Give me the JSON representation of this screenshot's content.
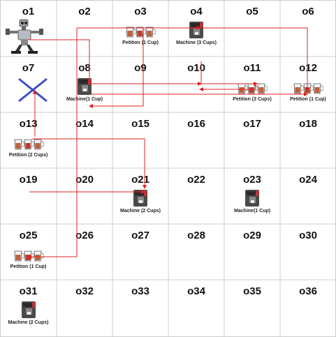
{
  "grid": {
    "rows": 6,
    "cols": 6,
    "cells": [
      "o1",
      "o2",
      "o3",
      "o4",
      "o5",
      "o6",
      "o7",
      "o8",
      "o9",
      "o10",
      "o11",
      "o12",
      "o13",
      "o14",
      "o15",
      "o16",
      "o17",
      "o18",
      "o19",
      "o20",
      "o21",
      "o22",
      "o23",
      "o24",
      "o25",
      "o26",
      "o27",
      "o28",
      "o29",
      "o30",
      "o31",
      "o32",
      "o33",
      "o34",
      "o35",
      "o36"
    ]
  },
  "robot": {
    "cell": "o1",
    "icon": "robot-icon"
  },
  "blocked": {
    "cell": "o7",
    "icon": "blocked-x-icon"
  },
  "items": [
    {
      "cell": "o3",
      "type": "petition",
      "cups": 3,
      "label": "Petition (1 Cup)"
    },
    {
      "cell": "o4",
      "type": "machine",
      "label": "Machine (3 Cups)"
    },
    {
      "cell": "o8",
      "type": "machine",
      "label": "Machine(1 Cup)"
    },
    {
      "cell": "o11",
      "type": "petition",
      "cups": 3,
      "label": "Petition (3 Cups)"
    },
    {
      "cell": "o12",
      "type": "petition",
      "cups": 3,
      "label": "Petition (1 Cup)"
    },
    {
      "cell": "o13",
      "type": "petition",
      "cups": 3,
      "label": "Petition (2 Cups)"
    },
    {
      "cell": "o21",
      "type": "machine",
      "label": "Machine (2 Cups)"
    },
    {
      "cell": "o23",
      "type": "machine",
      "label": "Machine(1 Cup)"
    },
    {
      "cell": "o25",
      "type": "petition",
      "cups": 3,
      "label": "Petition (1 Cup)"
    },
    {
      "cell": "o31",
      "type": "machine",
      "label": "Machine (2 Cups)"
    }
  ],
  "colors": {
    "grid_line": "#cccccc",
    "path": "#e02020",
    "blocked": "#3a4fc8",
    "cup_fill": "#c0603a"
  }
}
